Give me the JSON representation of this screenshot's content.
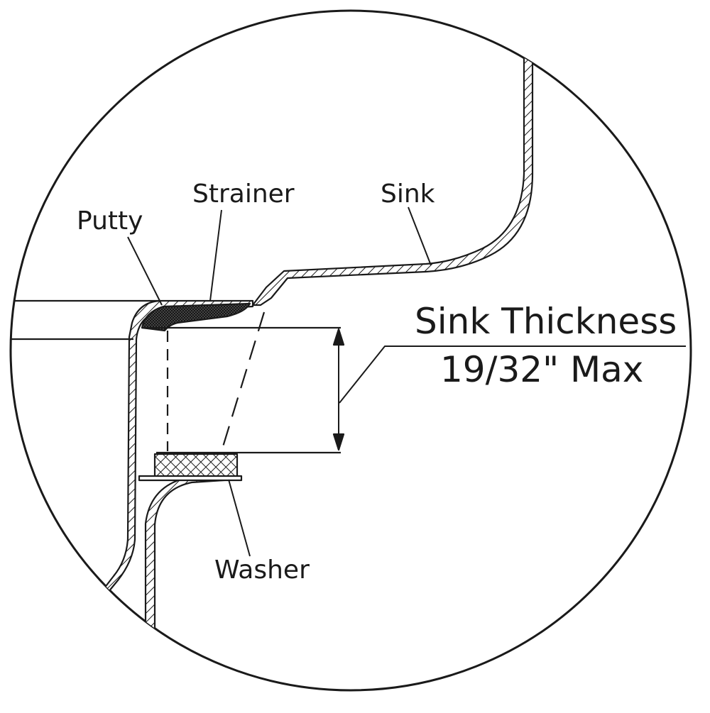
{
  "labels": {
    "putty": "Putty",
    "strainer": "Strainer",
    "sink": "Sink",
    "washer": "Washer",
    "thickness_title": "Sink Thickness",
    "thickness_value": "19/32\" Max"
  },
  "colors": {
    "line": "#1a1a1a",
    "background": "#ffffff",
    "putty_fill": "#2b2b2b"
  }
}
